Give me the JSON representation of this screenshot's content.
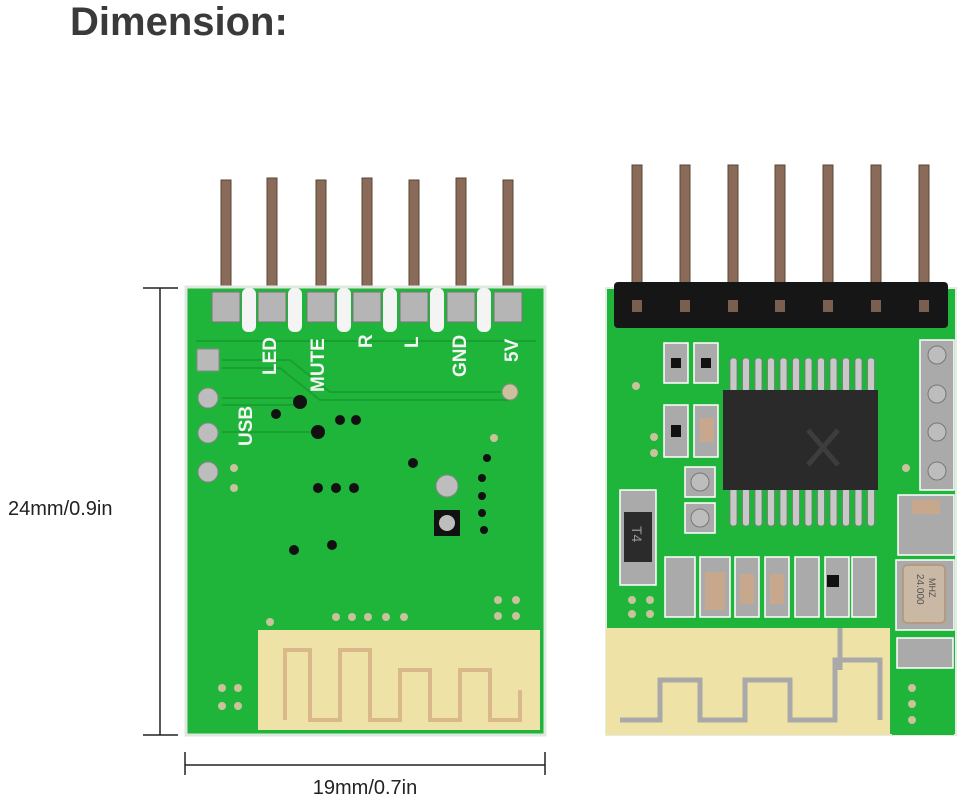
{
  "title": "Dimension:",
  "dimensions": {
    "height_label": "24mm/0.9in",
    "width_label": "19mm/0.7in"
  },
  "back_board": {
    "pin_labels": [
      "LED",
      "MUTE",
      "R",
      "L",
      "GND",
      "5V"
    ],
    "side_label": "USB"
  },
  "front_board": {
    "diode_marking": "T4",
    "crystal_freq": "24.000",
    "crystal_unit": "MHZ"
  },
  "colors": {
    "pcb_green": "#1fb53a",
    "antenna_yellow": "#efe2a6",
    "pin_copper": "#8a6a58"
  }
}
